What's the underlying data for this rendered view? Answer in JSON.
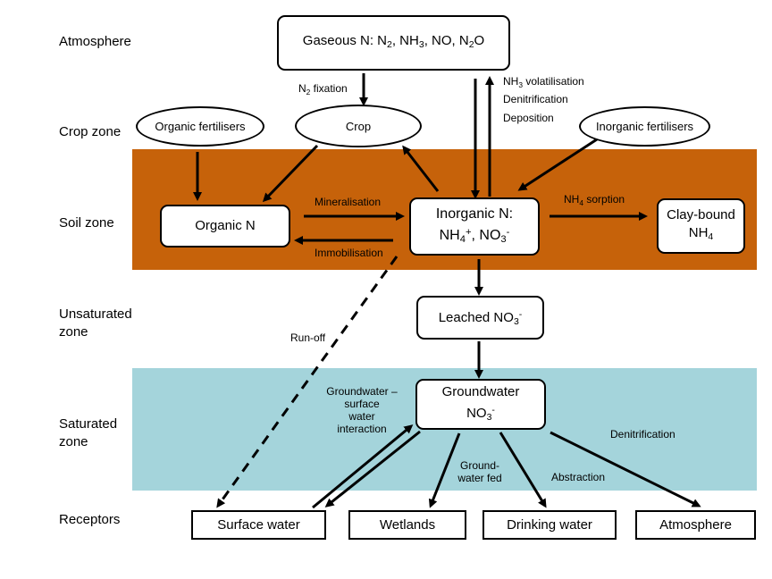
{
  "zones": {
    "atmosphere": "Atmosphere",
    "crop": "Crop zone",
    "soil": "Soil zone",
    "unsaturated_line1": "Unsaturated",
    "unsaturated_line2": "zone",
    "saturated_line1": "Saturated",
    "saturated_line2": "zone",
    "receptors": "Receptors"
  },
  "nodes": {
    "gaseous": {
      "prefix": "Gaseous N: N",
      "s1": "2",
      "t2": ", NH",
      "s2": "3",
      "t3": ", NO, N",
      "s3": "2",
      "t4": "O"
    },
    "crop": "Crop",
    "organic_fertilisers": "Organic fertilisers",
    "inorganic_fertilisers": "Inorganic fertilisers",
    "organic_n": "Organic N",
    "inorganic_n": {
      "line1": "Inorganic N:",
      "nh": "NH",
      "nh_sub": "4",
      "nh_sup": "+",
      "sep": ", NO",
      "no_sub": "3",
      "no_sup": "-"
    },
    "clay_bound": {
      "line1": "Clay-bound",
      "line2": "NH",
      "line2_sub": "4"
    },
    "leached": {
      "text": "Leached NO",
      "sub": "3",
      "sup": "-"
    },
    "groundwater": {
      "line1": "Groundwater",
      "line2": "NO",
      "sub": "3",
      "sup": "-"
    },
    "receptors": [
      "Surface water",
      "Wetlands",
      "Drinking water",
      "Atmosphere"
    ]
  },
  "labels": {
    "n2_fixation": {
      "pre": "N",
      "sub": "2",
      "post": " fixation"
    },
    "nh3_volatilisation": {
      "pre": "NH",
      "sub": "3",
      "post": " volatilisation"
    },
    "denitrification_top": "Denitrification",
    "deposition": "Deposition",
    "mineralisation": "Mineralisation",
    "immobilisation": "Immobilisation",
    "nh4_sorption": {
      "pre": "NH",
      "sub": "4",
      "post": " sorption"
    },
    "run_off": "Run-off",
    "gw_interaction": [
      "Groundwater –",
      "surface",
      "water",
      "interaction"
    ],
    "groundwater_fed": [
      "Ground-",
      "water fed"
    ],
    "abstraction": "Abstraction",
    "denitrification_bottom": "Denitrification"
  },
  "colors": {
    "soil": "#c6620a",
    "saturated": "#a4d4db",
    "line": "#000000"
  }
}
